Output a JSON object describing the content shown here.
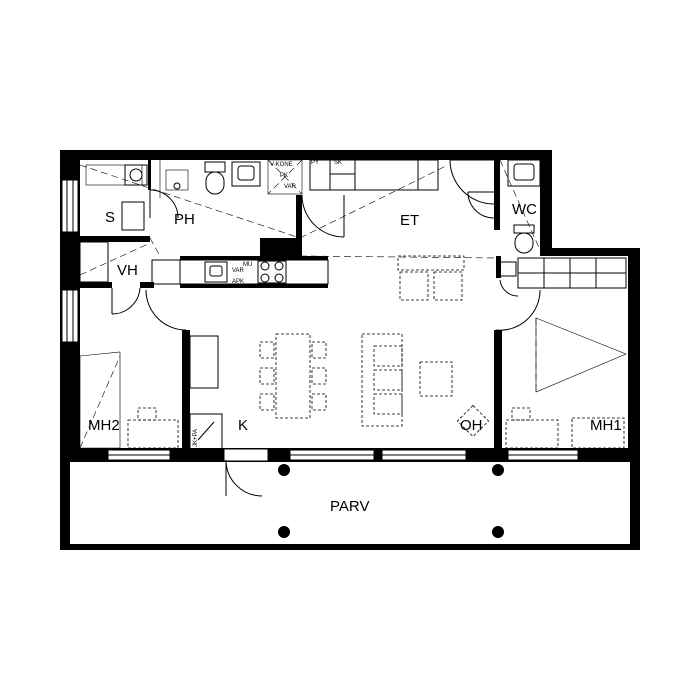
{
  "rooms": {
    "s": "S",
    "ph": "PH",
    "et": "ET",
    "wc": "WC",
    "vh": "VH",
    "mh2": "MH2",
    "k": "K",
    "oh": "OH",
    "mh1": "MH1",
    "parv": "PARV"
  },
  "fixtures": {
    "py": "PY",
    "sk": "SK",
    "v_kone": "V-KONE",
    "pk": "PK",
    "var_upper": "VAR",
    "var_lower": "VAR",
    "mu": "MU",
    "apk": "APK",
    "jk_pa": "JK+PA"
  }
}
